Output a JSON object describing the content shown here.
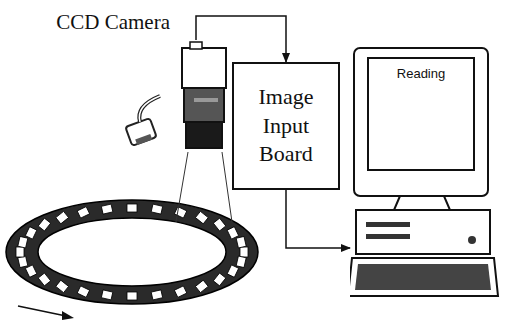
{
  "diagram": {
    "nodes": [
      {
        "text": [
          "CCD Camera"
        ]
      },
      {
        "text": [
          "Image Input Board"
        ]
      },
      {
        "text": [
          "Reading"
        ]
      }
    ],
    "edges": [
      {
        "from": 0,
        "to": 1,
        "arrow": "to"
      },
      {
        "from": 1,
        "to": 2,
        "arrow": "to"
      }
    ]
  }
}
